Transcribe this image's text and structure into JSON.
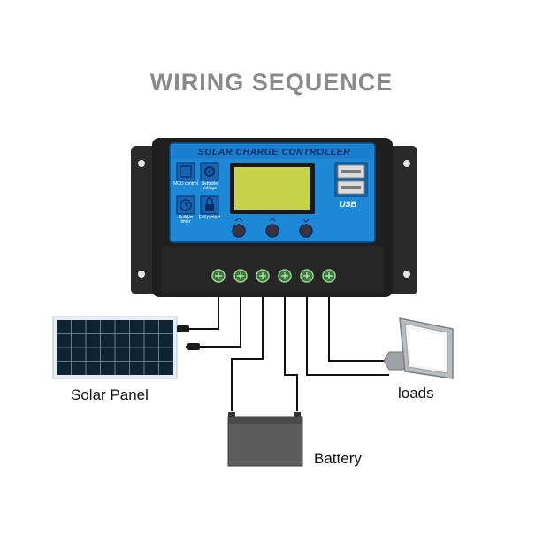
{
  "title": "WIRING SEQUENCE",
  "controller": {
    "header": "SOLAR CHARGE CONTROLLER",
    "icon_labels": {
      "mcu": "MCU control",
      "settable": "Settable voltage",
      "timer": "Build-in timer",
      "protect": "Full protect"
    },
    "usb_label": "USB"
  },
  "labels": {
    "solar_panel": "Solar Panel",
    "battery": "Battery",
    "loads": "loads"
  },
  "colors": {
    "panel_blue": "#1e88d6",
    "body_dark": "#232323",
    "title_gray": "#8a8a8a",
    "terminal_green": "#3a7a3a"
  }
}
